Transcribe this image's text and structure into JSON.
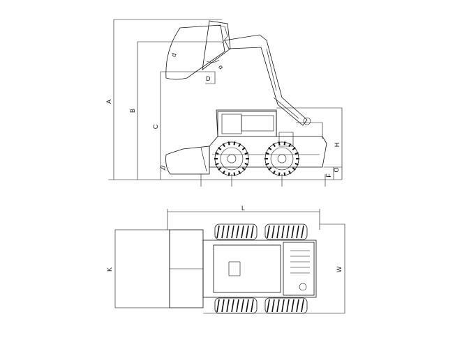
{
  "labels": {
    "A": "A",
    "B": "B",
    "C": "C",
    "D": "D",
    "H": "H",
    "F": "F",
    "O": "O",
    "L": "L",
    "K": "K",
    "W": "W",
    "beta": "β",
    "alpha": "α",
    "angle_d": "d"
  }
}
